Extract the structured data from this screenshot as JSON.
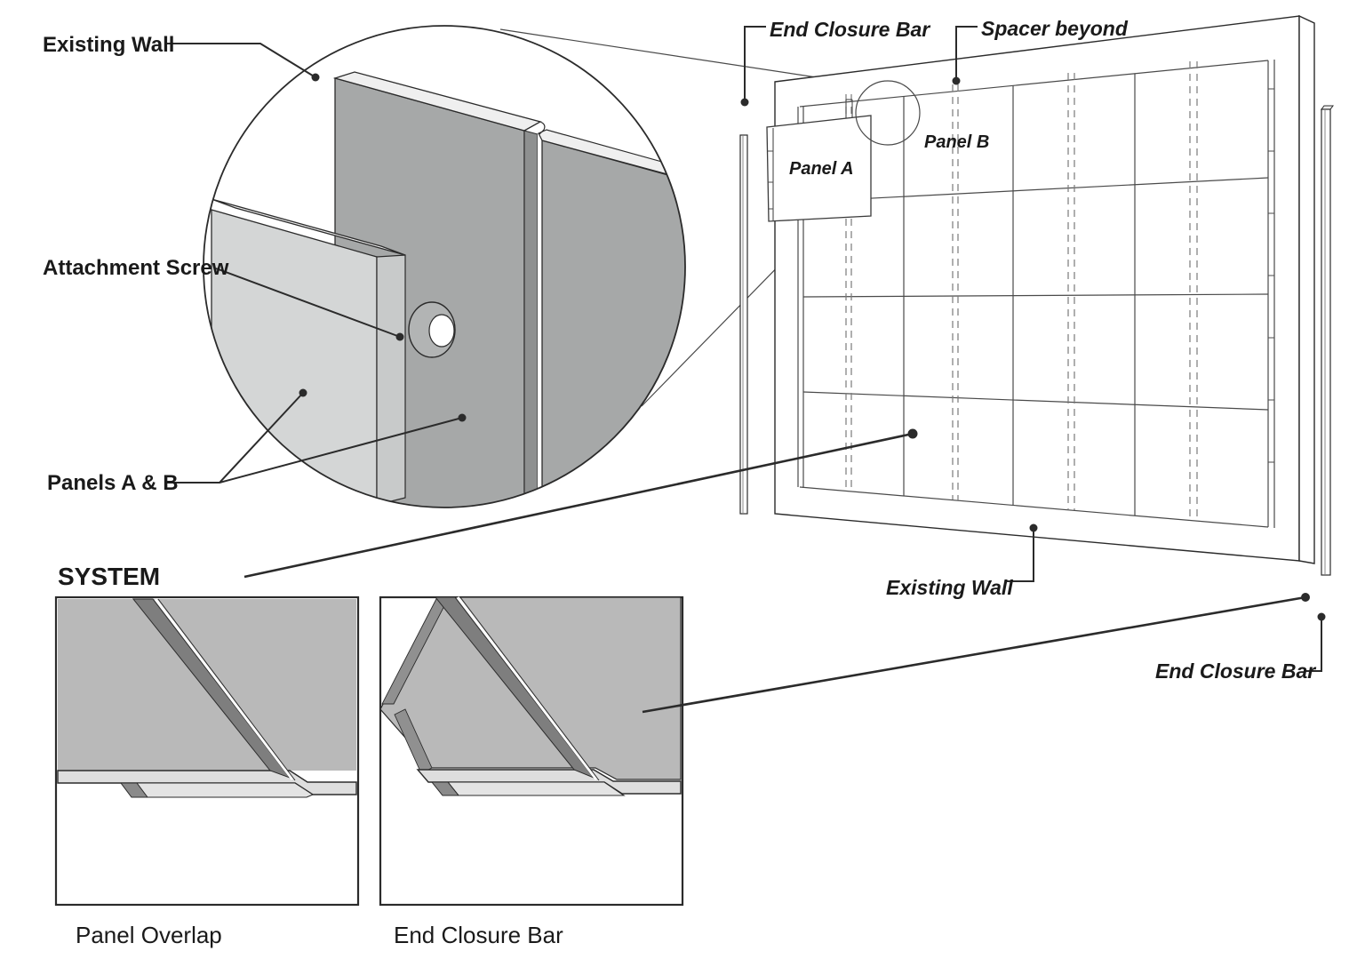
{
  "detail_circle": {
    "existing_wall_label": "Existing Wall",
    "attachment_screw_label": "Attachment Screw",
    "panels_ab_label": "Panels A & B"
  },
  "system_section": {
    "title": "SYSTEM",
    "details": [
      {
        "caption": "Panel Overlap"
      },
      {
        "caption": "End Closure Bar"
      }
    ]
  },
  "wall_view": {
    "end_closure_bar_top_label": "End Closure Bar",
    "spacer_beyond_label": "Spacer beyond",
    "panel_a_label": "Panel A",
    "panel_b_label": "Panel B",
    "existing_wall_label": "Existing Wall",
    "end_closure_bar_bottom_label": "End Closure Bar"
  },
  "colors": {
    "line": "#2b2b2b",
    "thin_line": "#4a4a4a",
    "panel_gray": "#b9b9b9",
    "panel_dark_gray": "#a6a8a8",
    "spacer_dark": "#7e7e7e",
    "flange_light": "#dedede",
    "top_face": "#efefef",
    "text": "#1a1a1a"
  }
}
